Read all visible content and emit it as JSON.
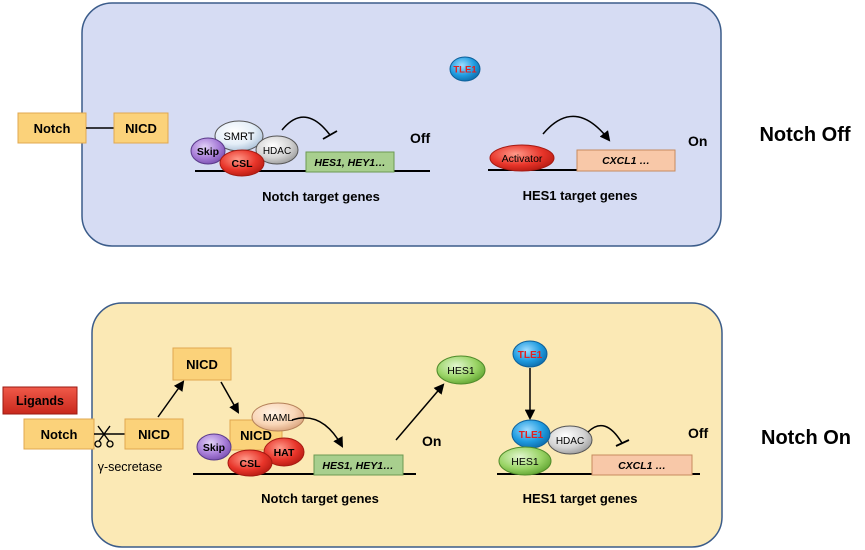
{
  "panels": {
    "off": {
      "side_label": "Notch Off",
      "notch": "Notch",
      "nicd": "NICD",
      "tle1": "TLE1",
      "complex": {
        "smrt": "SMRT",
        "skip": "Skip",
        "hdac": "HDAC",
        "csl": "CSL"
      },
      "notch_genes_box": "HES1, HEY1…",
      "notch_state": "Off",
      "notch_caption": "Notch target genes",
      "activator": "Activator",
      "hes1_genes_box": "CXCL1 …",
      "hes1_state": "On",
      "hes1_caption": "HES1 target genes"
    },
    "on": {
      "side_label": "Notch On",
      "ligands": "Ligands",
      "notch": "Notch",
      "nicd_membrane": "NICD",
      "gamma_secretase": "γ-secretase",
      "nicd_free": "NICD",
      "complex": {
        "maml": "MAML",
        "nicd": "NICD",
        "skip": "Skip",
        "hat": "HAT",
        "csl": "CSL"
      },
      "notch_genes_box": "HES1, HEY1…",
      "notch_state": "On",
      "notch_caption": "Notch target genes",
      "hes1_free": "HES1",
      "tle1_free": "TLE1",
      "tle1_bound": "TLE1",
      "hdac": "HDAC",
      "hes1_bound": "HES1",
      "hes1_genes_box": "CXCL1 …",
      "hes1_state": "Off",
      "hes1_caption": "HES1 target genes"
    }
  },
  "colors": {
    "off_panel": "#d6dcf3",
    "on_panel": "#fbe9b5",
    "notch_box": "#fbd27a",
    "gene_green": "#a8cf8e",
    "gene_peach": "#f8c8a8",
    "tle1_blue": "#1e9be0",
    "tle1_text": "#e02020",
    "red": "#e8352a",
    "skip_purple": "#9b6fcf",
    "hes1_green": "#92cf5e"
  }
}
